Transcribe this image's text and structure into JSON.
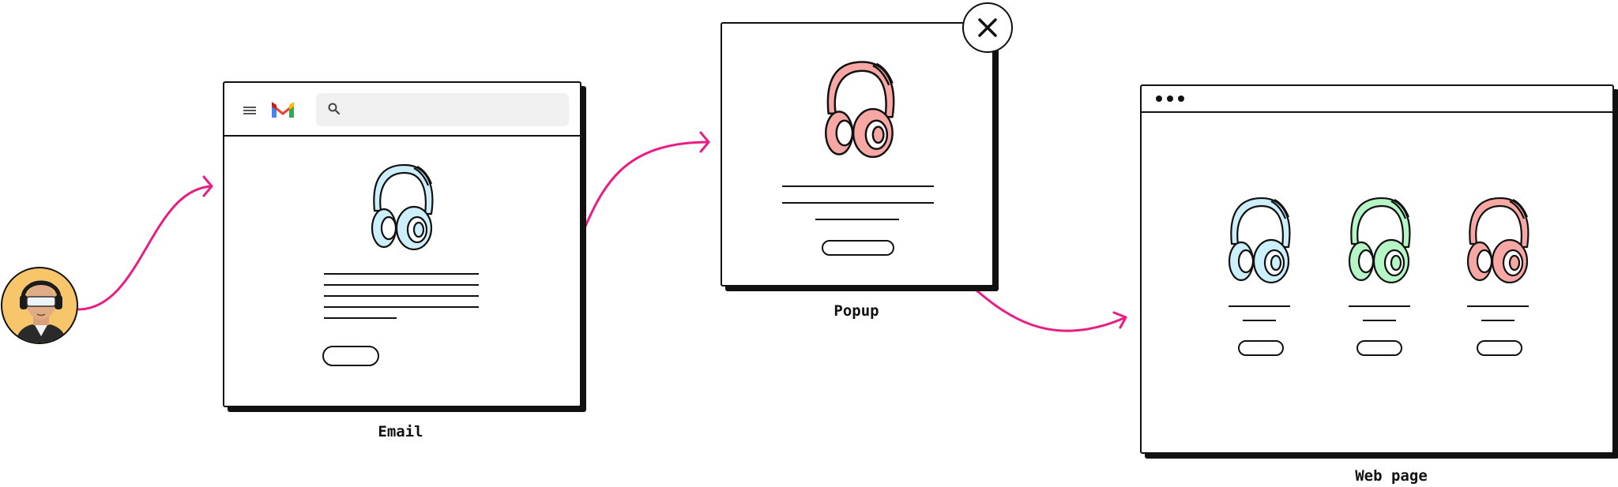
{
  "labels": {
    "email": "Email",
    "popup": "Popup",
    "web_page": "Web page"
  },
  "icons": {
    "menu": "hamburger-menu-icon",
    "logo": "gmail-logo",
    "search": "search-icon",
    "close": "close-icon",
    "product": "headphones-icon",
    "window_controls": "browser-dots-icon"
  },
  "colors": {
    "arrow": "#e91e84",
    "headphones_blue": "#cdeefb",
    "headphones_green": "#b5f5c6",
    "headphones_pink": "#f7a8a4",
    "avatar_background": "#f7c56a",
    "search_bar": "#f0f0f0",
    "outline": "#111111"
  }
}
